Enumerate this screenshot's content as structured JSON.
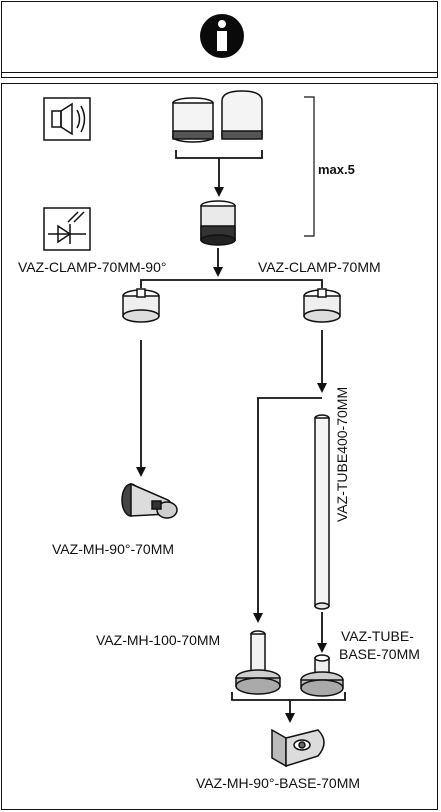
{
  "header": {
    "icon": "info-icon"
  },
  "labels": {
    "max": "max.5",
    "clamp_90": "VAZ-CLAMP-70MM-90°",
    "clamp": "VAZ-CLAMP-70MM",
    "tube400": "VAZ-TUBE400-70MM",
    "mh_90": "VAZ-MH-90°-70MM",
    "mh_100": "VAZ-MH-100-70MM",
    "tube_base_line1": "VAZ-TUBE-",
    "tube_base_line2": "BASE-70MM",
    "mh_90_base": "VAZ-MH-90°-BASE-70MM"
  },
  "icons": [
    "speaker-icon",
    "led-diode-icon"
  ]
}
